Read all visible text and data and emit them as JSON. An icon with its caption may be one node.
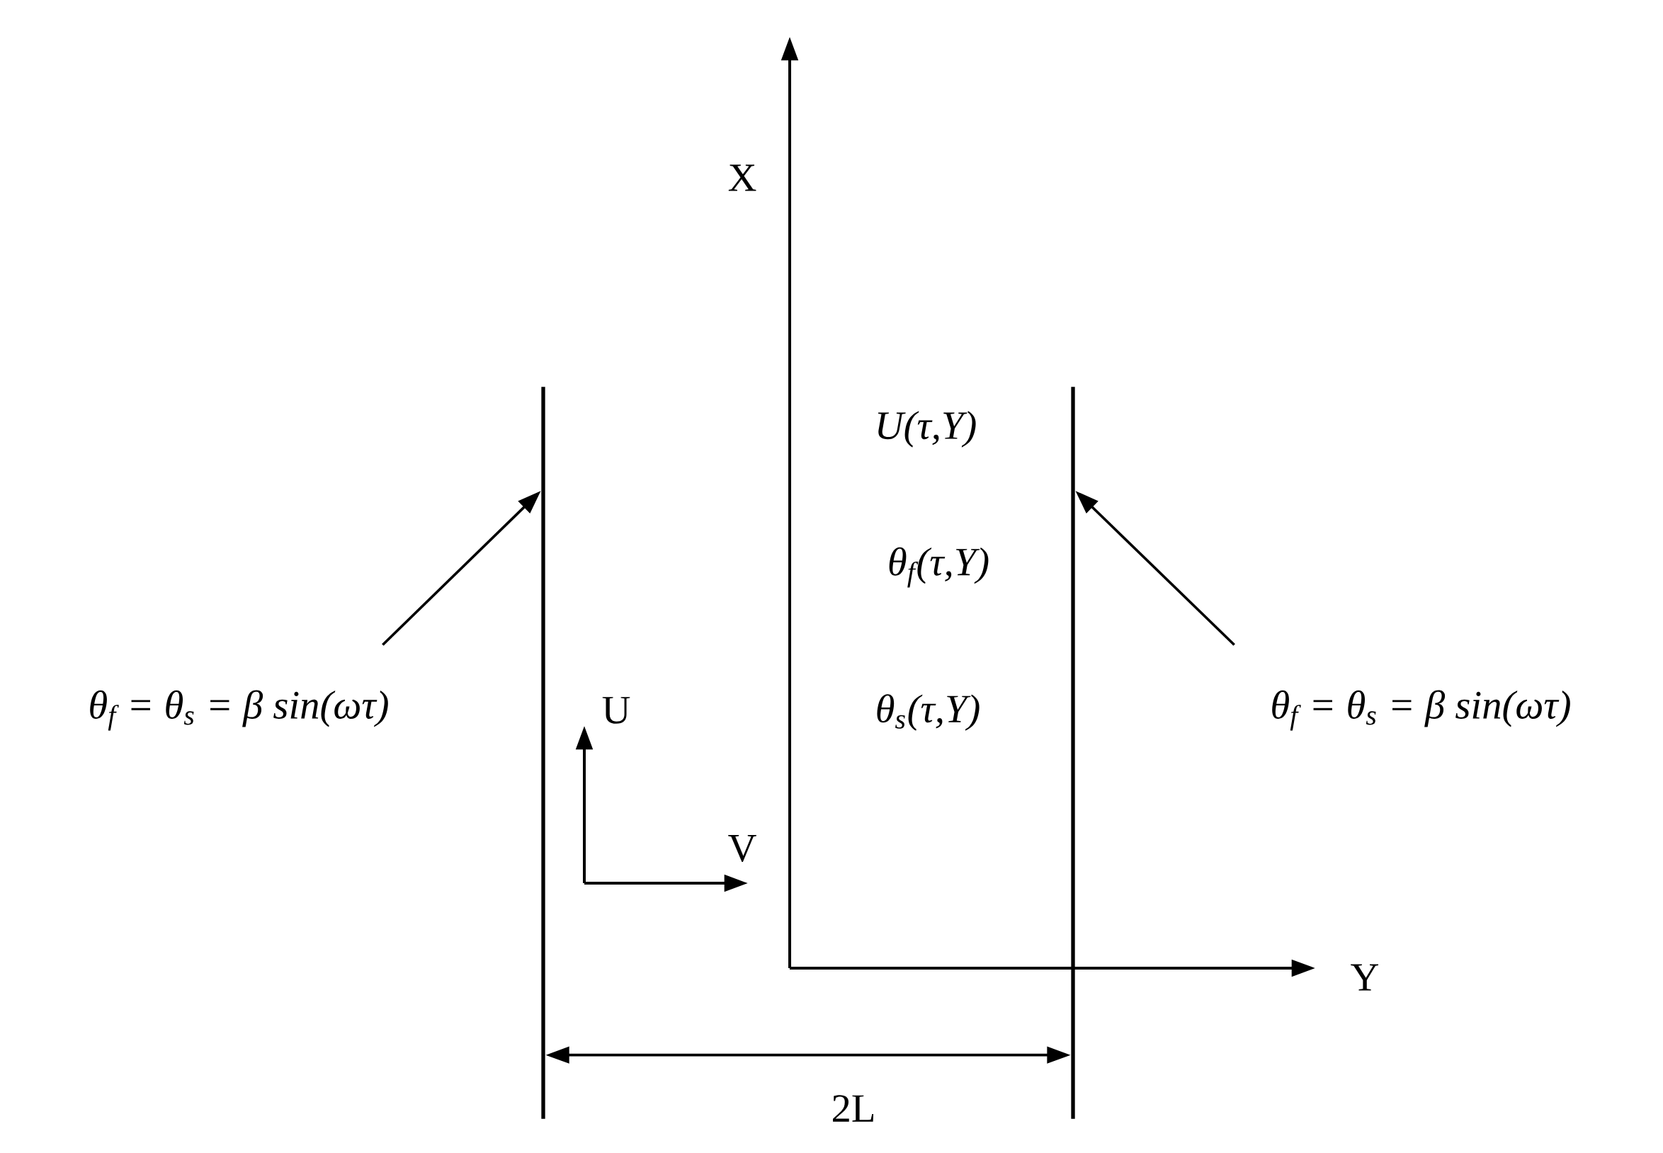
{
  "diagram": {
    "nodes": [
      {
        "text": [
          "θ$_{f}$ = θ$_{s}$ = β sin(ωτ)"
        ]
      },
      {
        "text": [],
        "shape": "bar"
      },
      {
        "text": [],
        "shape": "bar"
      },
      {
        "text": [
          "θ$_{f}$ = θ$_{s}$ = β sin(ωτ)"
        ]
      }
    ],
    "edges": [
      {
        "from": 0,
        "to": 1,
        "arrow": "to"
      },
      {
        "from": 3,
        "to": 2,
        "arrow": "to"
      },
      {
        "from": 1,
        "to": 2,
        "arrow": "both"
      }
    ],
    "labels": [
      "X",
      "Y",
      "U(τ,Y)",
      "θ$_{f}$(τ,Y)",
      "θ$_{s}$(τ,Y)",
      "U",
      "V",
      "2L"
    ]
  }
}
